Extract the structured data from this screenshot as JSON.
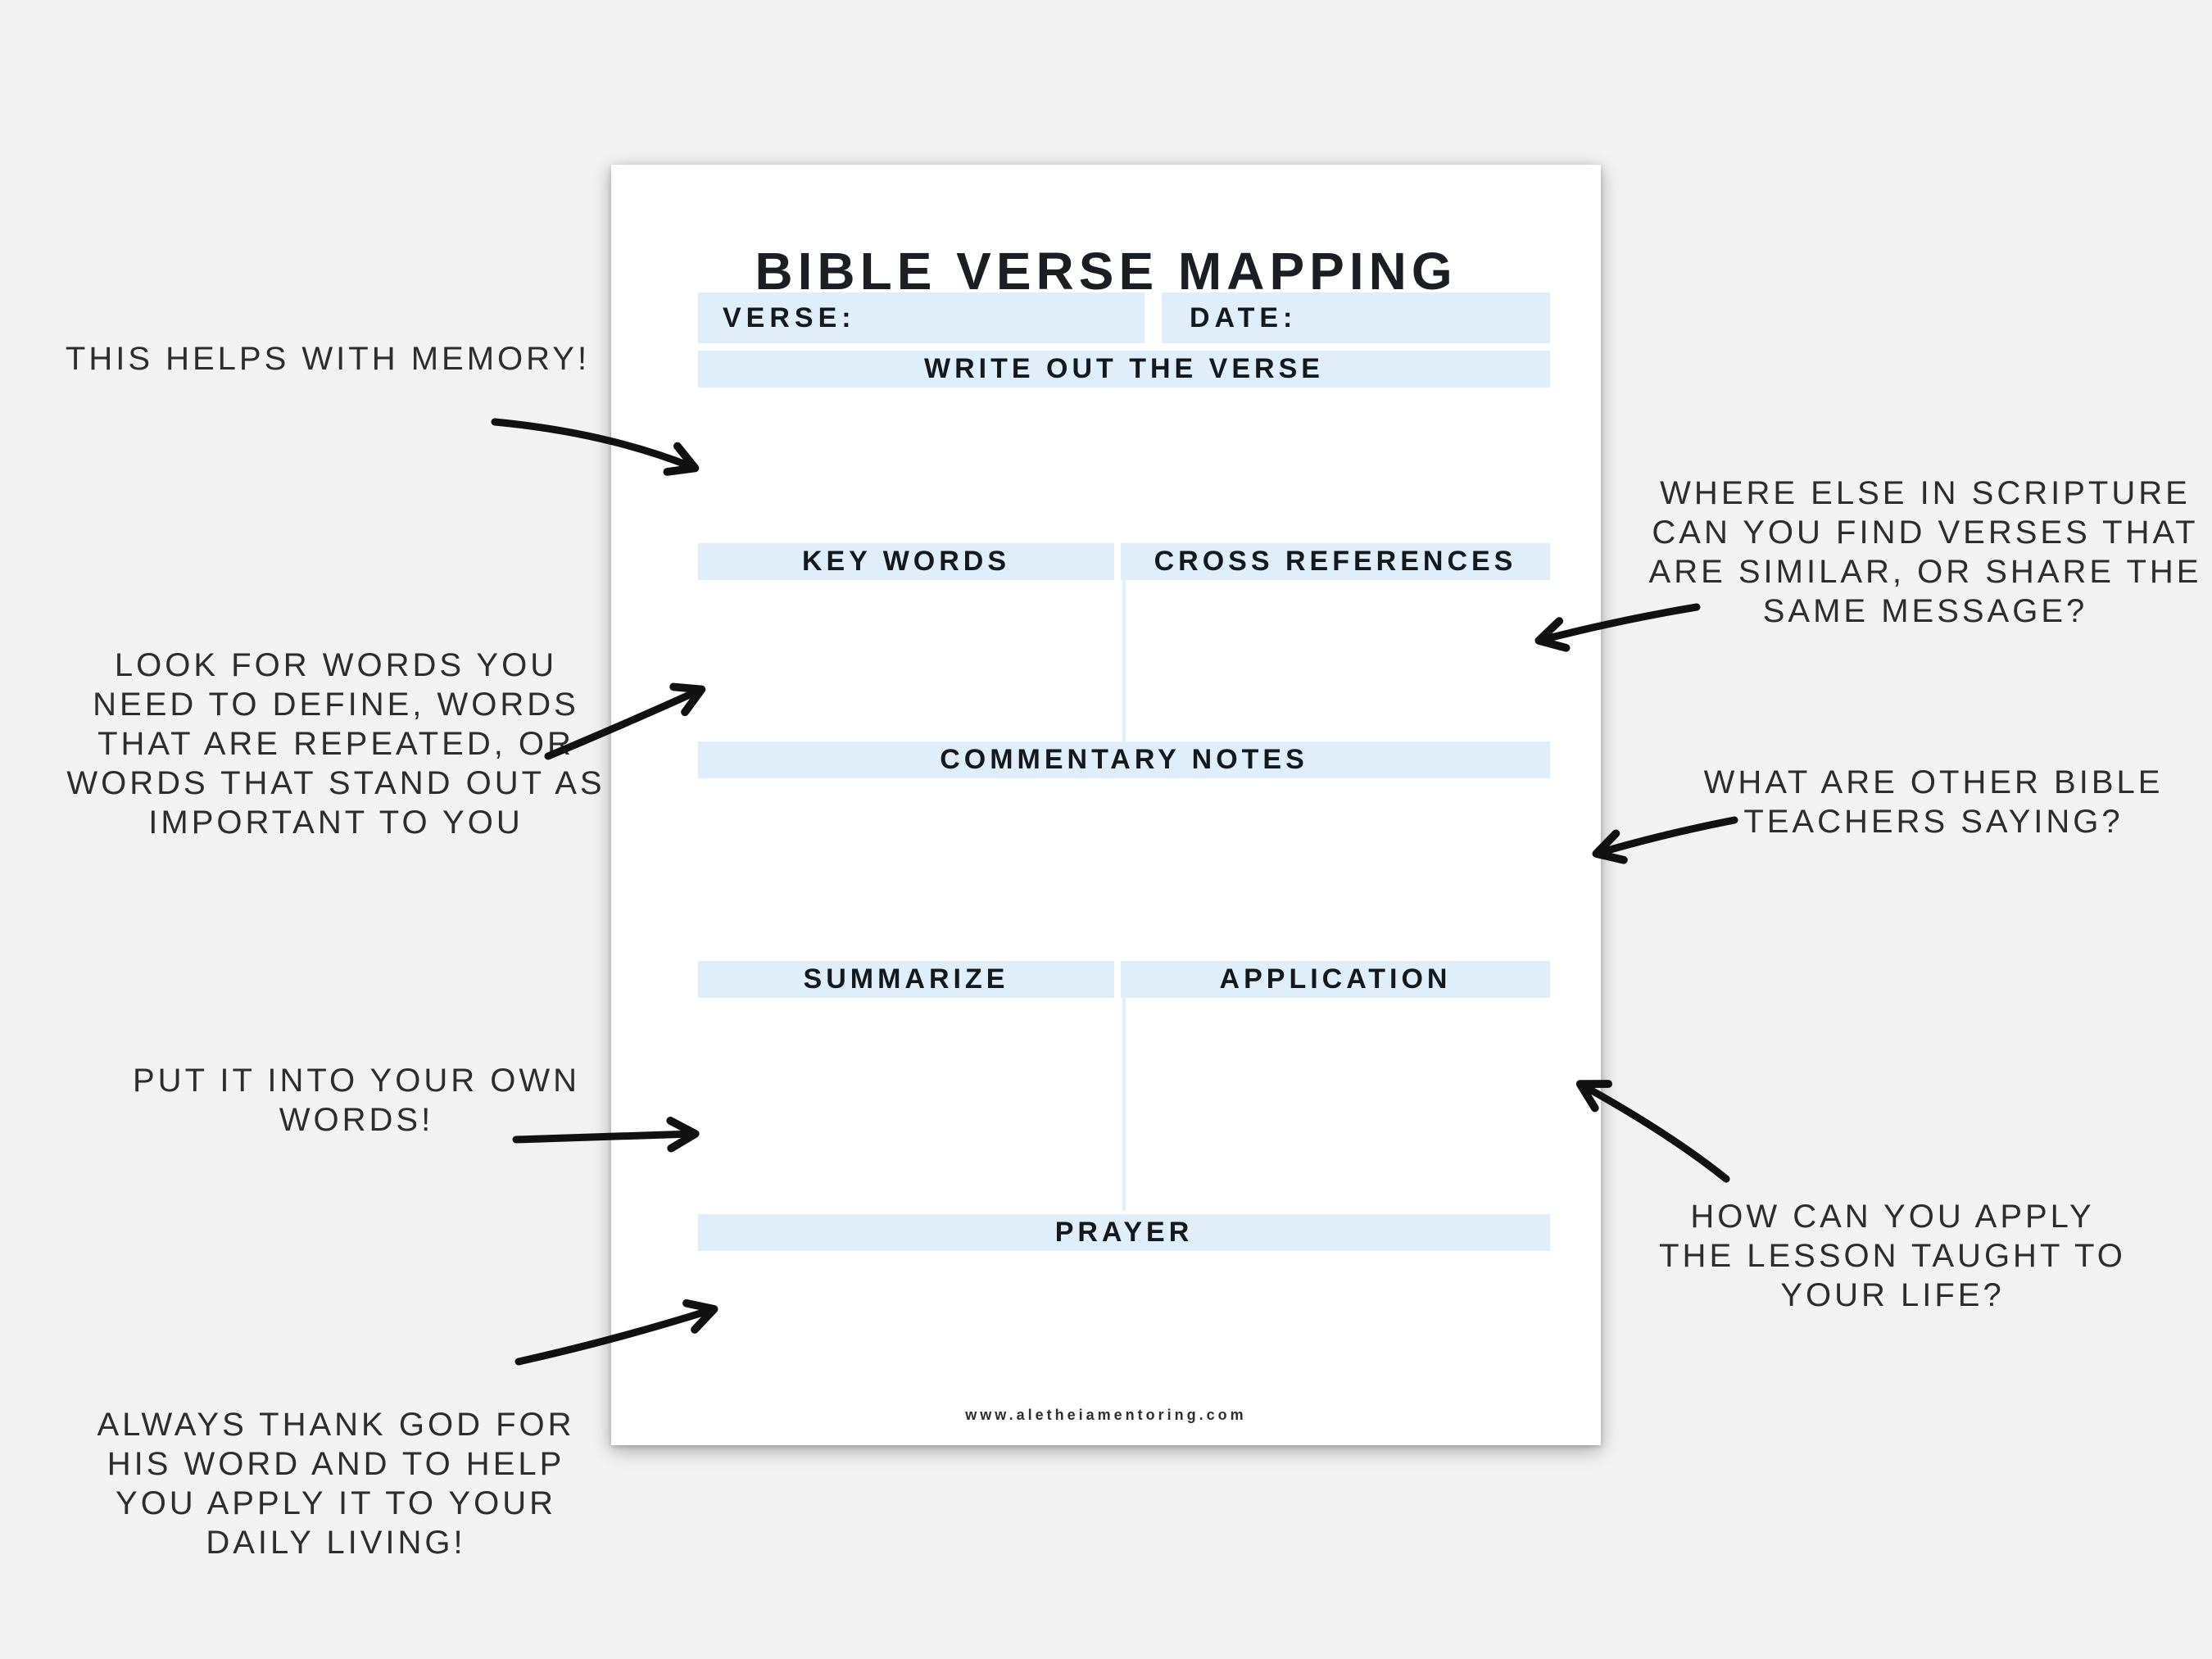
{
  "page": {
    "title": "BIBLE VERSE MAPPING",
    "fields": {
      "verse_label": "VERSE:",
      "date_label": "DATE:"
    },
    "sections": {
      "write_out": "WRITE OUT THE VERSE",
      "key_words": "KEY WORDS",
      "cross_references": "CROSS REFERENCES",
      "commentary": "COMMENTARY NOTES",
      "summarize": "SUMMARIZE",
      "application": "APPLICATION",
      "prayer": "PRAYER"
    },
    "footer_url": "www.aletheiamentoring.com"
  },
  "annotations": {
    "memory": "THIS HELPS WITH MEMORY!",
    "key_words": "LOOK FOR WORDS YOU\nNEED TO DEFINE, WORDS\nTHAT ARE REPEATED, OR\nWORDS THAT STAND OUT AS\nIMPORTANT TO YOU",
    "summarize": "PUT IT INTO YOUR OWN\nWORDS!",
    "prayer": "ALWAYS THANK GOD FOR\nHIS WORD AND TO HELP\nYOU APPLY IT TO YOUR\nDAILY LIVING!",
    "cross_references": "WHERE ELSE IN SCRIPTURE\nCAN YOU FIND VERSES THAT\nARE SIMILAR, OR SHARE THE\nSAME MESSAGE?",
    "commentary": "WHAT ARE OTHER BIBLE\nTEACHERS SAYING?",
    "application": "HOW CAN YOU APPLY\nTHE LESSON TAUGHT TO\nYOUR LIFE?"
  },
  "colors": {
    "background": "#f2f2f3",
    "page": "#ffffff",
    "field_blue": "#dfeef9",
    "divider_blue": "#e2f0fa",
    "heading_text": "#15191c",
    "annotation_text": "#2d2d2d",
    "arrow": "#111111"
  }
}
